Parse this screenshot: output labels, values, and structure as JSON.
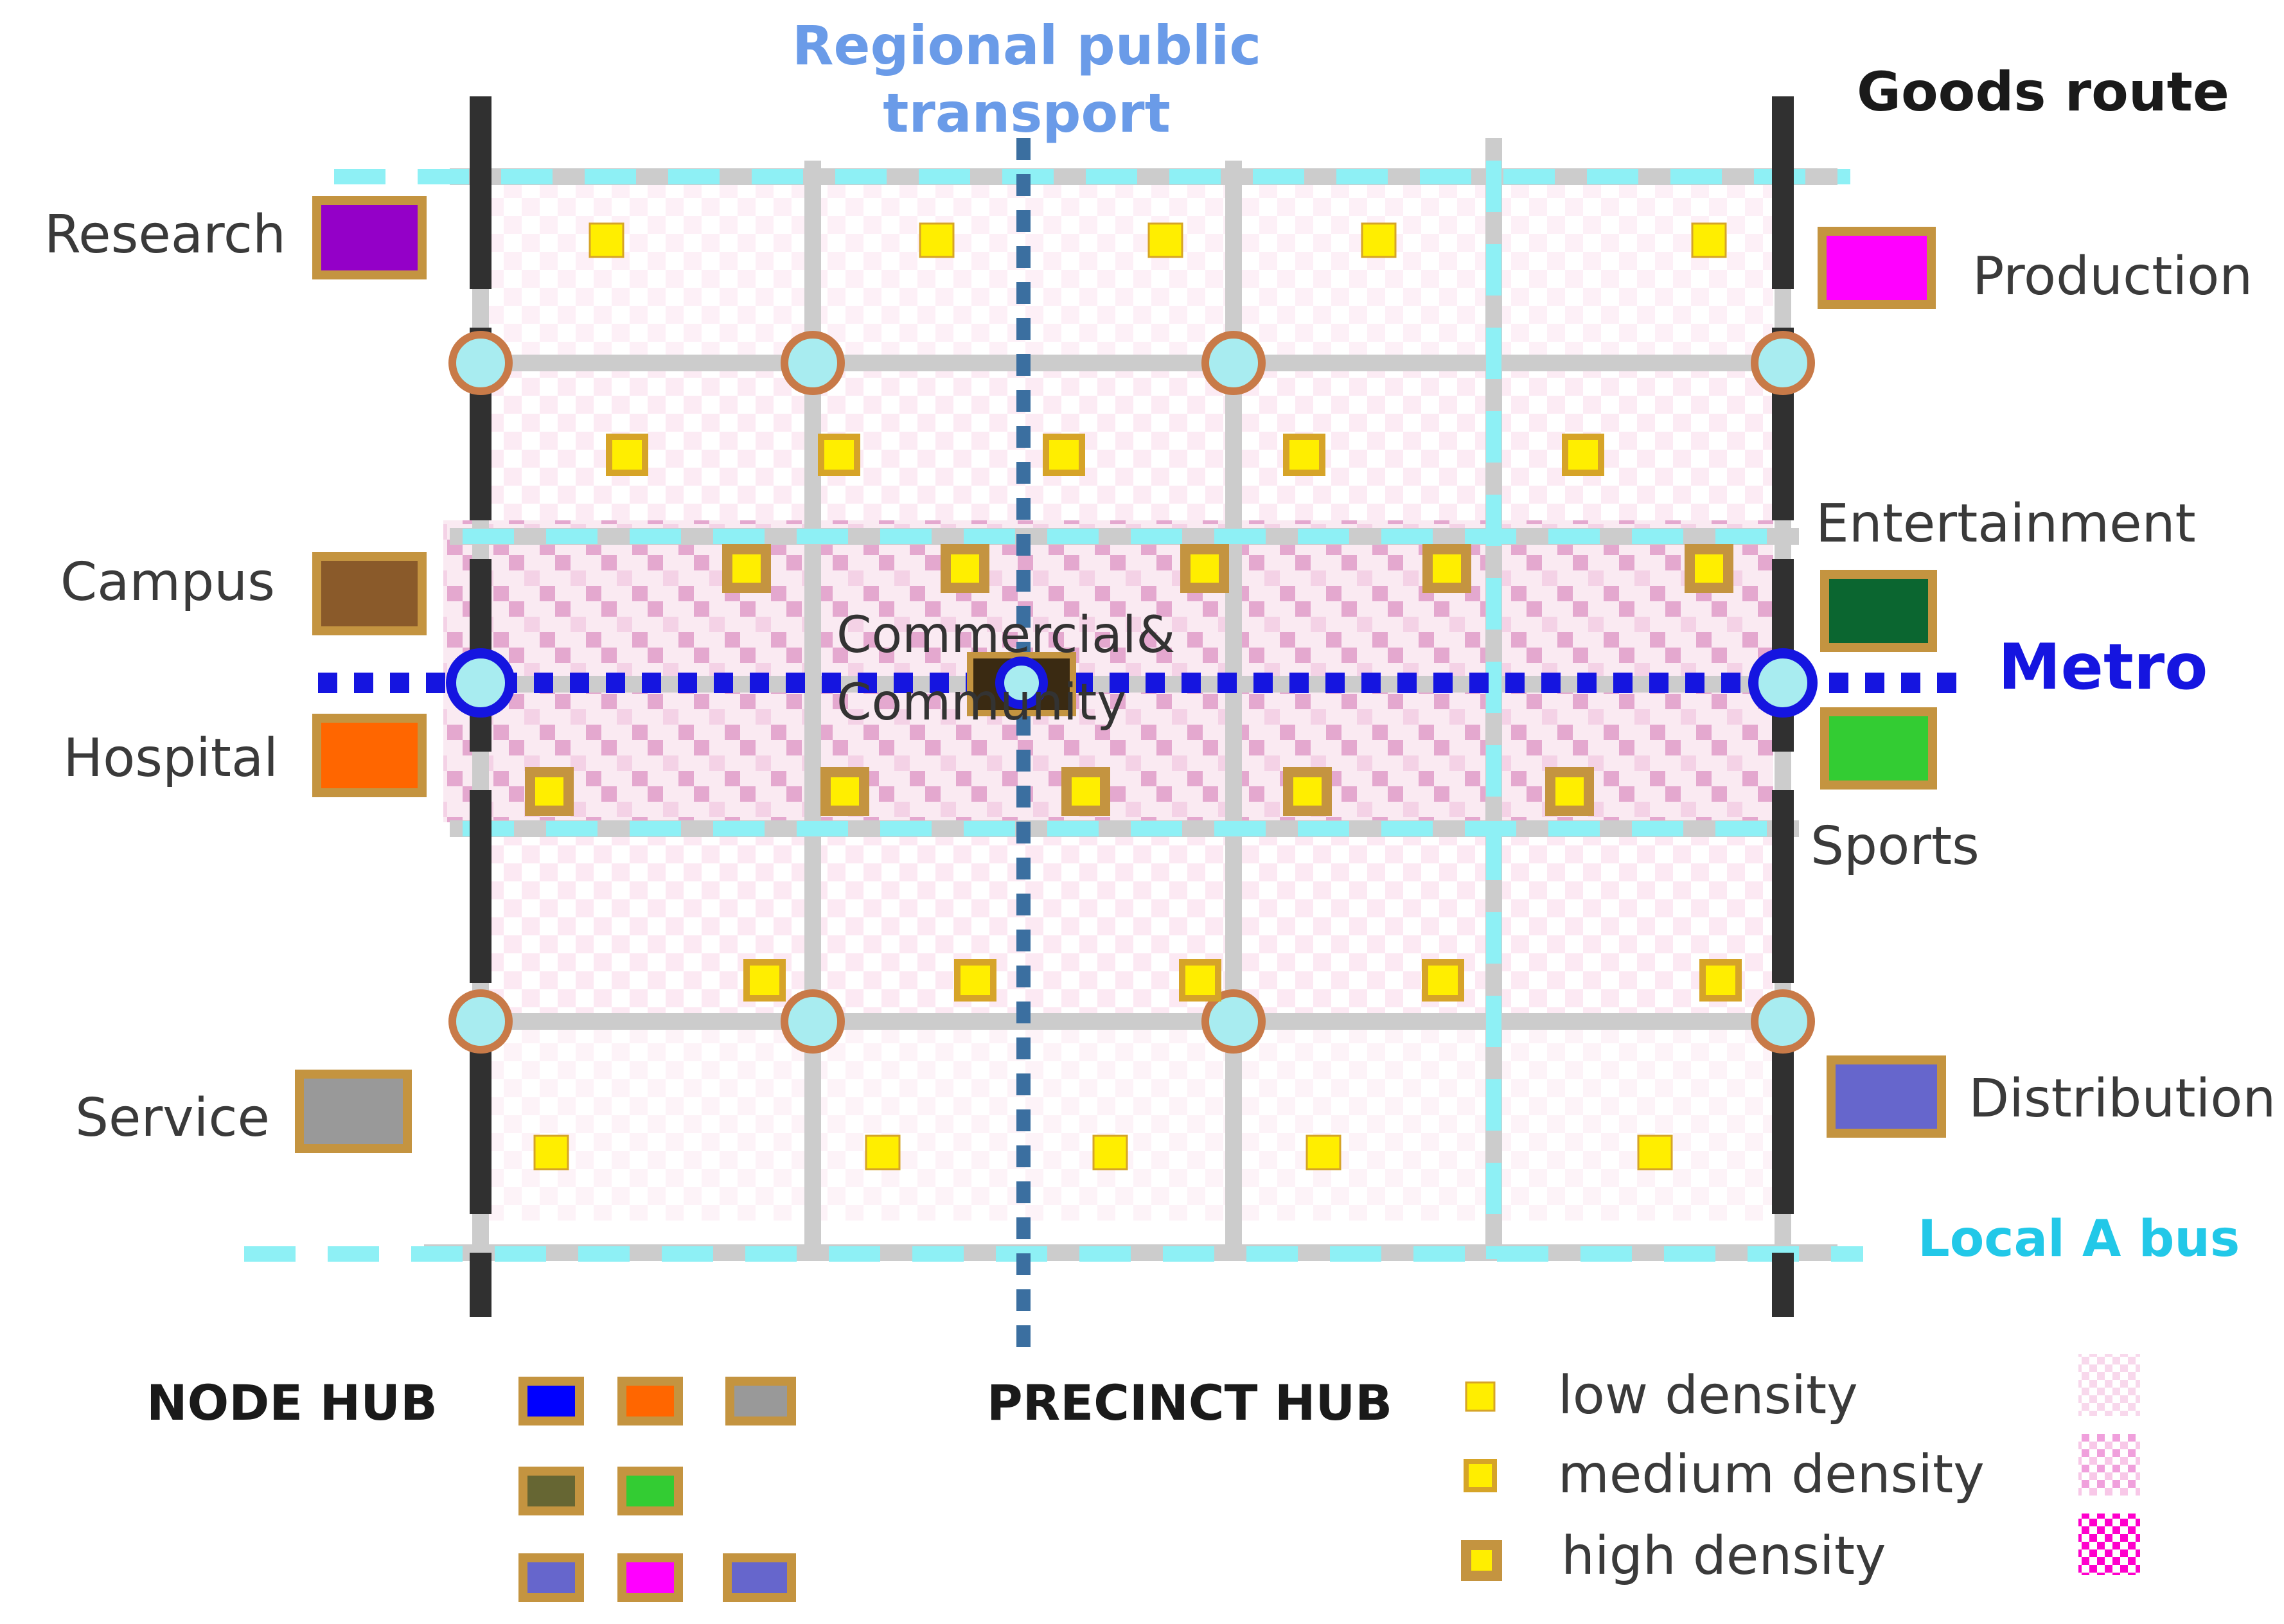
{
  "title": {
    "line1": "Regional public",
    "line2": "transport"
  },
  "routes": {
    "goods": "Goods route",
    "metro": "Metro",
    "bus": "Local A bus"
  },
  "center_label": {
    "line1": "Commercial&",
    "line2": "Community"
  },
  "colors": {
    "regional_transport": "#3b6fa0",
    "metro": "#1515e0",
    "bus": "#8ef0f5",
    "goods_route": "#303030",
    "street": "#cccccc",
    "hub_outline": "#c87a48",
    "node_frame": "#c49440",
    "precinct_hub": "#ffee00"
  },
  "left_nodes": [
    {
      "name": "Research",
      "color": "#9400c8"
    },
    {
      "name": "Campus",
      "color": "#8a5a2a"
    },
    {
      "name": "Hospital",
      "color": "#ff6600"
    },
    {
      "name": "Service",
      "color": "#999999"
    }
  ],
  "right_nodes": [
    {
      "name": "Production",
      "color": "#ff00ff"
    },
    {
      "name": "Entertainment",
      "color": "#0b6630"
    },
    {
      "name": "Sports",
      "color": "#33cc33"
    },
    {
      "name": "Distribution",
      "color": "#6666cc"
    }
  ],
  "legend": {
    "node_hub": "NODE  HUB",
    "precinct_hub": "PRECINCT  HUB",
    "low": "low density",
    "medium": "medium density",
    "high": "high density",
    "node_swatches": [
      "#0000ff",
      "#ff6600",
      "#999999",
      "#666633",
      "#33cc33",
      "#6666cc",
      "#ff00ff",
      "#6666cc"
    ]
  }
}
